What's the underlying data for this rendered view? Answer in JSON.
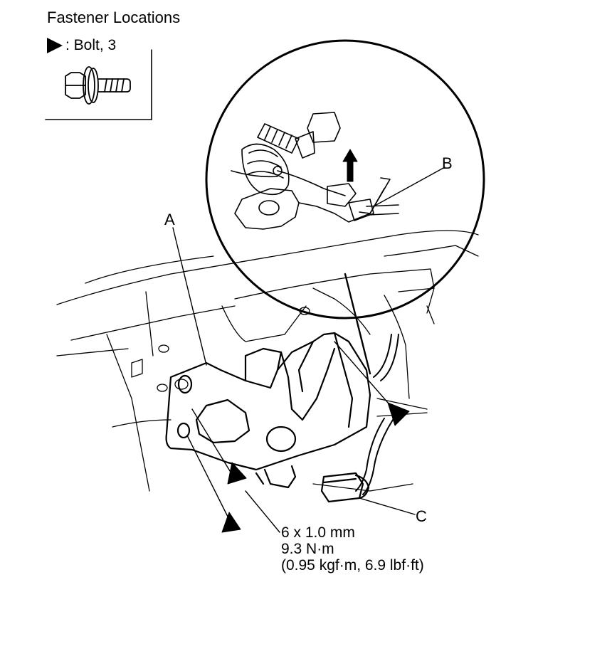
{
  "header": {
    "title": "Fastener Locations"
  },
  "legend": {
    "text": ": Bolt, 3",
    "icon": "triangle-marker-icon"
  },
  "callouts": {
    "a": "A",
    "b": "B",
    "c": "C"
  },
  "spec": {
    "size": "6 x 1.0 mm",
    "torque_nm": "9.3 N·m",
    "torque_alt": "(0.95 kgf·m, 6.9 lbf·ft)"
  },
  "icons": [
    "bolt-icon",
    "hood-latch-icon",
    "cable-b-icon",
    "connector-c-icon",
    "detail-circle-icon",
    "arrow-up-icon"
  ]
}
